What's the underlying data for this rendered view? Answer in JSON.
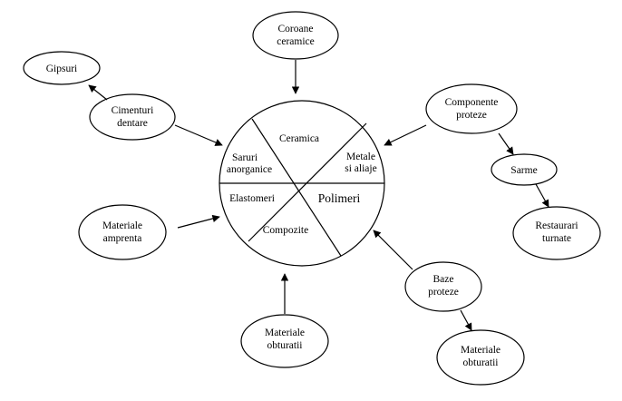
{
  "diagram": {
    "center": {
      "sectors": {
        "ceramica": [
          "Ceramica"
        ],
        "metale": [
          "Metale",
          "si aliaje"
        ],
        "saruri": [
          "Saruri",
          "anorganice"
        ],
        "elastomeri": [
          "Elastomeri"
        ],
        "polimeri": [
          "Polimeri"
        ],
        "compozite": [
          "Compozite"
        ]
      }
    },
    "nodes": {
      "coroane": [
        "Coroane",
        "ceramice"
      ],
      "gipsuri": [
        "Gipsuri"
      ],
      "cimenturi": [
        "Cimenturi",
        "dentare"
      ],
      "componente": [
        "Componente",
        "proteze"
      ],
      "sarme": [
        "Sarme"
      ],
      "restaurari": [
        "Restaurari",
        "turnate"
      ],
      "materiale_amprenta": [
        "Materiale",
        "amprenta"
      ],
      "baze": [
        "Baze",
        "proteze"
      ],
      "materiale_obturatii_1": [
        "Materiale",
        "obturatii"
      ],
      "materiale_obturatii_2": [
        "Materiale",
        "obturatii"
      ]
    }
  }
}
